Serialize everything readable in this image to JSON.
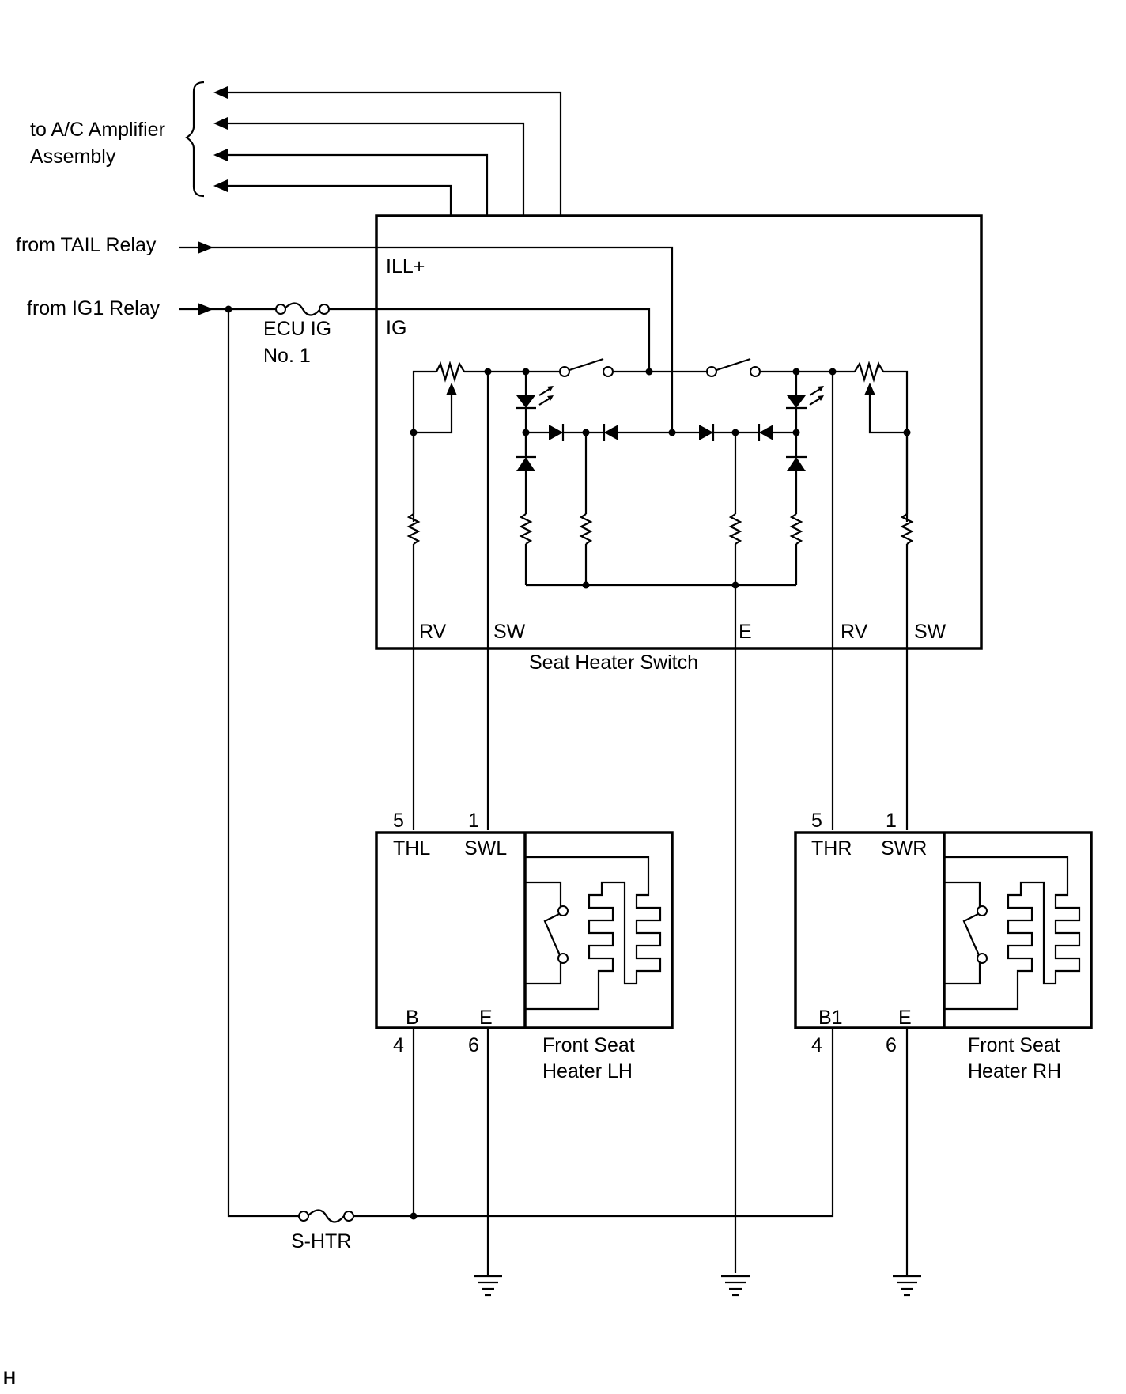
{
  "labels": {
    "to_ac_amp_1": "to A/C Amplifier",
    "to_ac_amp_2": "Assembly",
    "from_tail": "from TAIL Relay",
    "from_ig1": "from IG1 Relay",
    "fuse_ecu_1": "ECU IG",
    "fuse_ecu_2": "No. 1",
    "fuse_shtr": "S-HTR",
    "figure_code": "H"
  },
  "seat_heater_switch": {
    "name": "Seat Heater Switch",
    "terminals": {
      "ill": "ILL+",
      "ig": "IG",
      "rv_left": "RV",
      "sw_left": "SW",
      "e": "E",
      "rv_right": "RV",
      "sw_right": "SW"
    }
  },
  "heater_lh": {
    "name_1": "Front Seat",
    "name_2": "Heater LH",
    "term_th": "THL",
    "term_sw": "SWL",
    "term_b": "B",
    "term_e": "E",
    "pin_th": "5",
    "pin_sw": "1",
    "pin_b": "4",
    "pin_e": "6"
  },
  "heater_rh": {
    "name_1": "Front Seat",
    "name_2": "Heater RH",
    "term_th": "THR",
    "term_sw": "SWR",
    "term_b": "B1",
    "term_e": "E",
    "pin_th": "5",
    "pin_sw": "1",
    "pin_b": "4",
    "pin_e": "6"
  }
}
